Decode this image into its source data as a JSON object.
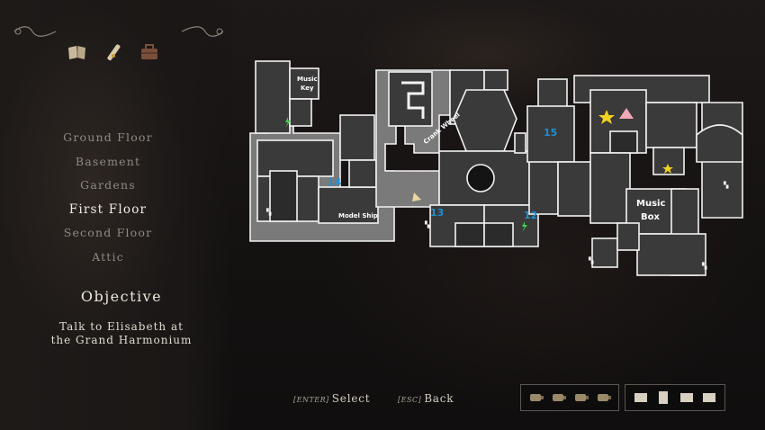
{
  "floors": [
    {
      "label": "Ground Floor"
    },
    {
      "label": "Basement"
    },
    {
      "label": "Gardens"
    },
    {
      "label": "First Floor"
    },
    {
      "label": "Second Floor"
    },
    {
      "label": "Attic"
    }
  ],
  "active_floor": "First Floor",
  "objective": {
    "title": "Objective",
    "line1": "Talk to Elisabeth at",
    "line2": "the Grand Harmonium"
  },
  "map_labels": {
    "music_key_1": "Music",
    "music_key_2": "Key",
    "crank_wheel": "Crank Wheel",
    "model_ship": "Model Ship",
    "music_box_1": "Music",
    "music_box_2": "Box",
    "room_14": "14",
    "room_13": "13",
    "room_12": "12",
    "room_15": "15"
  },
  "controls": {
    "select_key": "[ENTER]",
    "select_label": "Select",
    "back_key": "[ESC]",
    "back_label": "Back"
  },
  "icons": [
    "journal-icon",
    "scroll-icon",
    "bag-icon"
  ],
  "colors": {
    "room_blue": "#1e8fd6",
    "star_yellow": "#f2d21e",
    "player_pink": "#f0a7b8",
    "save_green": "#3fd34a"
  }
}
